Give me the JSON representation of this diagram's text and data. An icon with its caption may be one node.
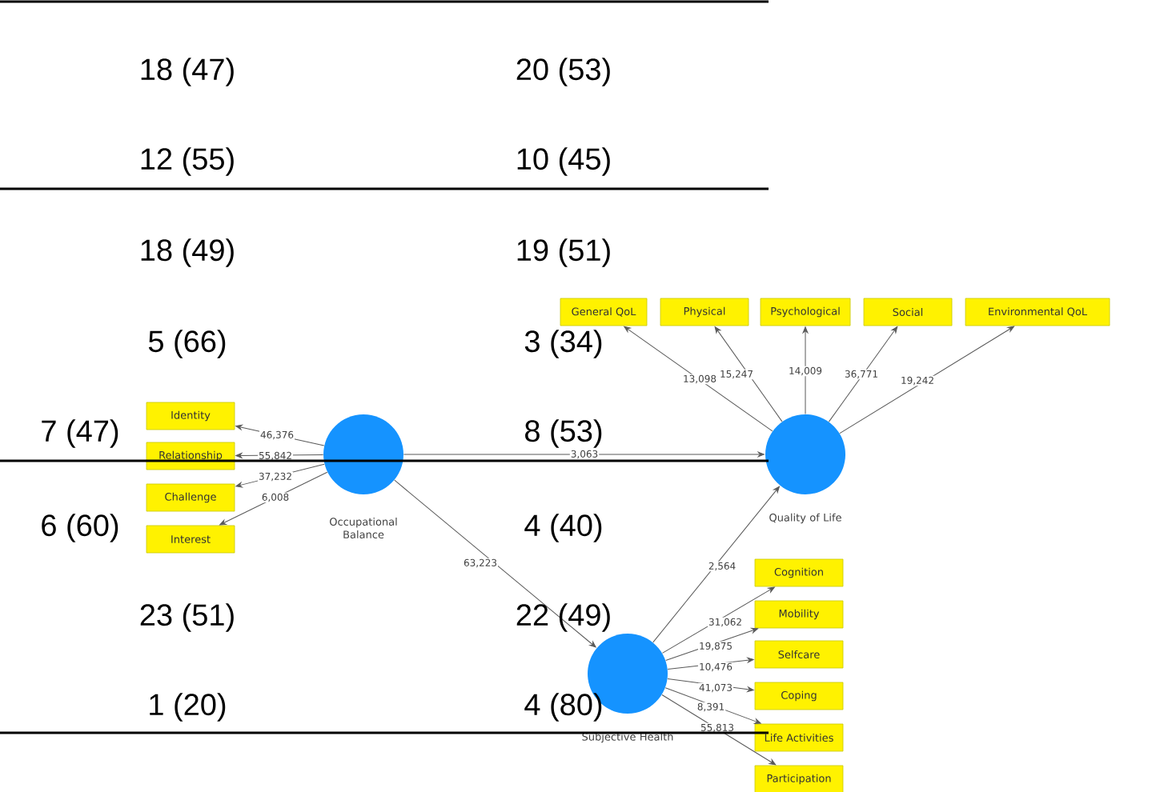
{
  "diagram": {
    "nodes": [
      {
        "text": [
          "Occupational Balance"
        ]
      },
      {
        "text": [
          "Quality of Life"
        ]
      },
      {
        "text": [
          "Subjective Health"
        ]
      },
      {
        "text": [
          "Identity"
        ]
      },
      {
        "text": [
          "Relationship"
        ]
      },
      {
        "text": [
          "Challenge"
        ]
      },
      {
        "text": [
          "Interest"
        ]
      },
      {
        "text": [
          "General QoL"
        ]
      },
      {
        "text": [
          "Physical"
        ]
      },
      {
        "text": [
          "Psychological"
        ]
      },
      {
        "text": [
          "Social"
        ]
      },
      {
        "text": [
          "Environmental QoL"
        ]
      },
      {
        "text": [
          "Cognition"
        ]
      },
      {
        "text": [
          "Mobility"
        ]
      },
      {
        "text": [
          "Selfcare"
        ]
      },
      {
        "text": [
          "Coping"
        ]
      },
      {
        "text": [
          "Life Activities"
        ]
      },
      {
        "text": [
          "Participation"
        ]
      }
    ],
    "edges": [
      {
        "from": 0,
        "to": 3,
        "arrow": "to",
        "label": "46,376"
      },
      {
        "from": 0,
        "to": 4,
        "arrow": "to",
        "label": "55,842"
      },
      {
        "from": 0,
        "to": 5,
        "arrow": "to",
        "label": "37,232"
      },
      {
        "from": 0,
        "to": 6,
        "arrow": "to",
        "label": "6,008"
      },
      {
        "from": 0,
        "to": 1,
        "arrow": "to",
        "label": "3,063"
      },
      {
        "from": 0,
        "to": 2,
        "arrow": "to",
        "label": "63,223"
      },
      {
        "from": 2,
        "to": 1,
        "arrow": "to",
        "label": "2,564"
      },
      {
        "from": 1,
        "to": 7,
        "arrow": "to",
        "label": "13,098"
      },
      {
        "from": 1,
        "to": 8,
        "arrow": "to",
        "label": "15,247"
      },
      {
        "from": 1,
        "to": 9,
        "arrow": "to",
        "label": "14,009"
      },
      {
        "from": 1,
        "to": 10,
        "arrow": "to",
        "label": "36,771"
      },
      {
        "from": 1,
        "to": 11,
        "arrow": "to",
        "label": "19,242"
      },
      {
        "from": 2,
        "to": 12,
        "arrow": "to",
        "label": "31,062"
      },
      {
        "from": 2,
        "to": 13,
        "arrow": "to",
        "label": "19,875"
      },
      {
        "from": 2,
        "to": 14,
        "arrow": "to",
        "label": "10,476"
      },
      {
        "from": 2,
        "to": 15,
        "arrow": "to",
        "label": "41,073"
      },
      {
        "from": 2,
        "to": 16,
        "arrow": "to",
        "label": "8,391"
      },
      {
        "from": 2,
        "to": 17,
        "arrow": "to",
        "label": "55,813"
      }
    ],
    "labels": [
      "18 (47)",
      "20 (53)",
      "12 (55)",
      "10 (45)",
      "18 (49)",
      "19 (51)",
      "5 (66)",
      "3 (34)",
      "7 (47)",
      "8 (53)",
      "6 (60)",
      "4 (40)",
      "23 (51)",
      "22 (49)",
      "1 (20)",
      "4 (80)"
    ]
  }
}
